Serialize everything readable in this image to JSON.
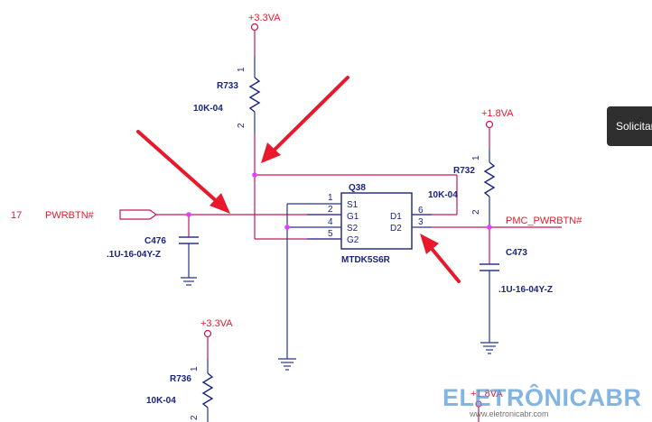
{
  "rails": {
    "top_3v3": "+3.3VA",
    "right_1v8": "+1.8VA",
    "bottom_3v3": "+3.3VA",
    "bottom_right_partial": "+1.8VA"
  },
  "resistors": {
    "r733": {
      "ref": "R733",
      "value": "10K-04",
      "pin1": "1",
      "pin2": "2"
    },
    "r732": {
      "ref": "R732",
      "value": "10K-04",
      "pin1": "1",
      "pin2": "2"
    },
    "r736": {
      "ref": "R736",
      "value": "10K-04",
      "pin1": "1",
      "pin2": "2"
    }
  },
  "capacitors": {
    "c476": {
      "ref": "C476",
      "value": ".1U-16-04Y-Z"
    },
    "c473": {
      "ref": "C473",
      "value": ".1U-16-04Y-Z"
    }
  },
  "ic_q38": {
    "ref": "Q38",
    "part": "MTDK5S6R",
    "pins_left": [
      {
        "num": "1",
        "name": "S1"
      },
      {
        "num": "2",
        "name": "G1"
      },
      {
        "num": "4",
        "name": "S2"
      },
      {
        "num": "5",
        "name": "G2"
      }
    ],
    "pins_right": [
      {
        "num": "6",
        "name": "D1"
      },
      {
        "num": "3",
        "name": "D2"
      }
    ]
  },
  "nets": {
    "pwrbtn_in": "PWRBTN#",
    "pwrbtn_page": "17",
    "pmc_pwrbtn": "PMC_PWRBTN#"
  },
  "overlay": {
    "tooltip": "Solicitar"
  },
  "watermark": {
    "brand": "ELETRÔNICABR",
    "url": "www.eletronicabr.com"
  },
  "colors": {
    "net_label": "#e8192c",
    "component_text": "#1a237e",
    "arrow": "#e8192c",
    "junction": "#e040fb"
  }
}
